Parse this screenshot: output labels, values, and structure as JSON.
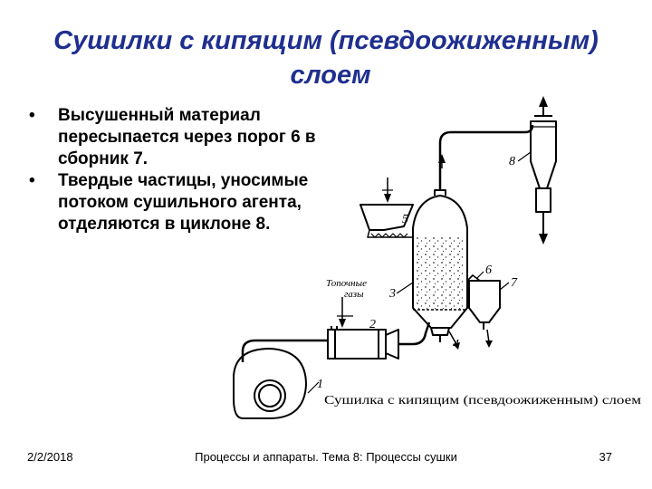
{
  "slide": {
    "title_line1": "Сушилки с кипящим (псевдоожиженным)",
    "title_line2": "слоем",
    "bullets": [
      "Высушенный материал пересыпается через порог 6 в сборник 7.",
      "Твердые частицы, уносимые потоком сушильного агента, отделяются в циклоне 8."
    ]
  },
  "diagram": {
    "labels": {
      "n1": "1",
      "n2": "2",
      "n3": "3",
      "n4": "4",
      "n5": "5",
      "n6": "6",
      "n7": "7",
      "n8": "8",
      "gases_line1": "Топочные",
      "gases_line2": "газы"
    },
    "caption": "Сушилка с кипящим (псевдоожиженным) слоем"
  },
  "footer": {
    "date": "2/2/2018",
    "center": "Процессы и аппараты. Тема 8: Процессы сушки",
    "page": "37"
  }
}
